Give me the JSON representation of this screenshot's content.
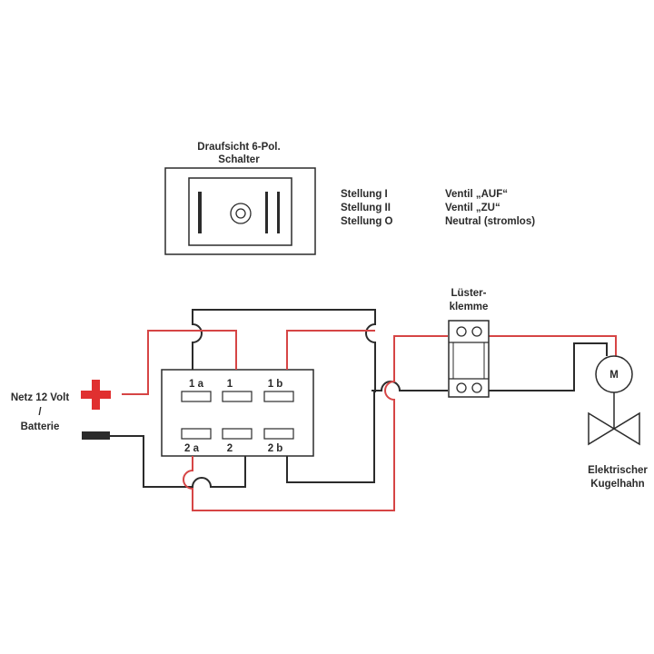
{
  "header": {
    "title_line1": "Draufsicht 6-Pol.",
    "title_line2": "Schalter"
  },
  "legend": [
    {
      "position": "Stellung I",
      "description": "Ventil „AUF“"
    },
    {
      "position": "Stellung II",
      "description": "Ventil „ZU“"
    },
    {
      "position": "Stellung O",
      "description": "Neutral (stromlos)"
    }
  ],
  "terminals": {
    "t1a": "1 a",
    "t1": "1",
    "t1b": "1 b",
    "t2a": "2 a",
    "t2": "2",
    "t2b": "2 b"
  },
  "power": {
    "line1": "Netz 12 Volt",
    "line2": "/",
    "line3": "Batterie"
  },
  "connector": {
    "line1": "Lüster-",
    "line2": "klemme"
  },
  "motor": {
    "symbol": "M",
    "line1": "Elektrischer",
    "line2": "Kugelhahn"
  },
  "colors": {
    "red_wire": "#d64545",
    "black_wire": "#2b2b2b",
    "plus_sign": "#e03030"
  }
}
